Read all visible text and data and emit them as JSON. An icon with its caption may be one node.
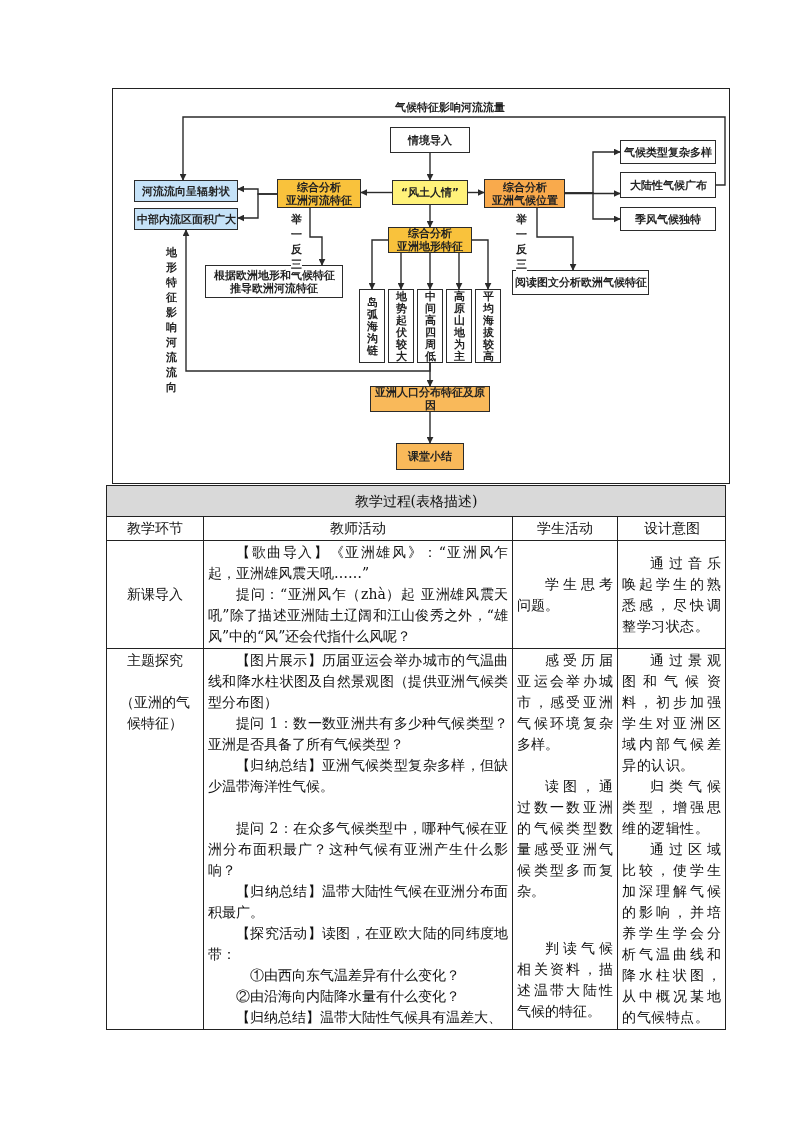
{
  "diagram": {
    "nodes": [
      {
        "text": [
          "情境导入"
        ]
      },
      {
        "text": [
          "“风土人情”"
        ]
      },
      {
        "text": [
          "综合分析",
          "亚洲河流特征"
        ]
      },
      {
        "text": [
          "综合分析",
          "亚洲气候位置"
        ]
      },
      {
        "text": [
          "河流流向呈辐射状"
        ]
      },
      {
        "text": [
          "中部内流区面积广大"
        ]
      },
      {
        "text": [
          "根据欧洲地形和气候特征推导欧洲河流特征"
        ]
      },
      {
        "text": [
          "综合分析",
          "亚洲地形特征"
        ]
      },
      {
        "text": [
          "气候类型复杂多样"
        ]
      },
      {
        "text": [
          "大陆性气候广布"
        ]
      },
      {
        "text": [
          "季风气候独特"
        ]
      },
      {
        "text": [
          "阅读图文分析欧洲气候特征"
        ]
      },
      {
        "text": [
          "岛弧海沟链"
        ]
      },
      {
        "text": [
          "地势起伏较大"
        ]
      },
      {
        "text": [
          "中间高四周低"
        ]
      },
      {
        "text": [
          "高原山地为主"
        ]
      },
      {
        "text": [
          "平均海拔较高"
        ]
      },
      {
        "text": [
          "亚洲人口分布特征及原因"
        ]
      },
      {
        "text": [
          "课堂小结"
        ]
      }
    ],
    "edges": [
      {
        "from": 0,
        "to": 1,
        "arrow": "to"
      },
      {
        "from": 1,
        "to": 2,
        "arrow": "to"
      },
      {
        "from": 1,
        "to": 3,
        "arrow": "to"
      },
      {
        "from": 1,
        "to": 7,
        "arrow": "to"
      },
      {
        "from": 2,
        "to": 4,
        "arrow": "to"
      },
      {
        "from": 2,
        "to": 5,
        "arrow": "to"
      },
      {
        "from": 2,
        "to": 6,
        "arrow": "to",
        "label": "举一反三"
      },
      {
        "from": 3,
        "to": 8,
        "arrow": "to"
      },
      {
        "from": 3,
        "to": 9,
        "arrow": "to"
      },
      {
        "from": 3,
        "to": 10,
        "arrow": "to"
      },
      {
        "from": 3,
        "to": 11,
        "arrow": "to",
        "label": "举一反三"
      },
      {
        "from": 9,
        "to": 4,
        "arrow": "to",
        "label": "气候特征影响河流流量"
      },
      {
        "from": 7,
        "to": 12,
        "arrow": "to"
      },
      {
        "from": 7,
        "to": 13,
        "arrow": "to"
      },
      {
        "from": 7,
        "to": 14,
        "arrow": "to"
      },
      {
        "from": 7,
        "to": 15,
        "arrow": "to"
      },
      {
        "from": 7,
        "to": 16,
        "arrow": "to"
      },
      {
        "from": 14,
        "to": 17,
        "arrow": "to"
      },
      {
        "from": 14,
        "to": 5,
        "arrow": "to",
        "label": "地形特征影响河流流向"
      },
      {
        "from": 17,
        "to": 18,
        "arrow": "to"
      }
    ],
    "labels": [
      "教学过程(表格描述)",
      "教学环节",
      "教师活动",
      "学生活动",
      "设计意图",
      "新课导入",
      "【歌曲导入】《亚洲雄风》：“亚洲风乍起，亚洲雄风震天吼……”",
      "提问：“亚洲风乍（zhà）起 亚洲雄风震天吼”除了描述亚洲陆土辽阔和江山俊秀之外，“雄风”中的“风”还会代指什么风呢？",
      "学生思考问题。",
      "通过音乐唤起学生的熟悉感，尽快调整学习状态。",
      "主题探究",
      "（亚洲的气候特征）",
      "【图片展示】历届亚运会举办城市的气温曲线和降水柱状图及自然景观图（提供亚洲气候类型分布图）",
      "提问 1：数一数亚洲共有多少种气候类型？亚洲是否具备了所有气候类型？",
      "【归纳总结】亚洲气候类型复杂多样，但缺少温带海洋性气候。",
      "提问 2：在众多气候类型中，哪种气候在亚洲分布面积最广？这种气候有亚洲产生什么影响？",
      "【归纳总结】温带大陆性气候在亚洲分布面积最广。",
      "【探究活动】读图，在亚欧大陆的同纬度地带：",
      "①由西向东气温差异有什么变化？",
      "②由沿海向内陆降水量有什么变化？",
      "【归纳总结】温带大陆性气候具有温差大、",
      "感受历届亚运会举办城市，感受亚洲气候环境复杂多样。",
      "读图，通过数一数亚洲的气候类型数量感受亚洲气候类型多而复杂。",
      "判读气候相关资料，描述温带大陆性气候的特征。",
      "通过景观图和气候资料，初步加强学生对亚洲区域内部气候差异的认识。",
      "归类气候类型，增强思维的逻辑性。",
      "通过区域比较，使学生加深理解气候的影响，并培养学生学会分析气温曲线和降水柱状图，从中概况某地的气候特点。"
    ]
  }
}
